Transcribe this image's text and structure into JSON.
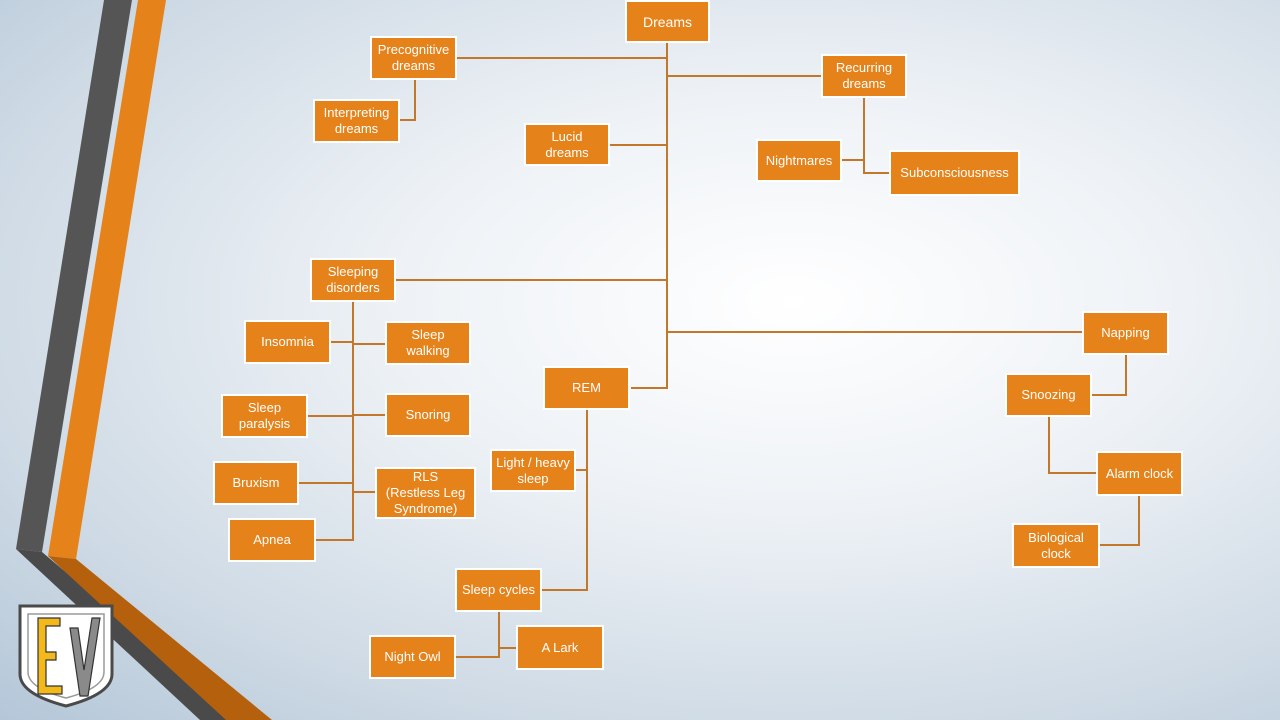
{
  "diagram": {
    "root": "Dreams",
    "nodes": {
      "dreams": "Dreams",
      "precognitive": "Precognitive\ndreams",
      "interpreting": "Interpreting\ndreams",
      "lucid": "Lucid dreams",
      "recurring": "Recurring\ndreams",
      "nightmares": "Nightmares",
      "subconsciousness": "Subconsciousness",
      "sleeping_disorders": "Sleeping\ndisorders",
      "insomnia": "Insomnia",
      "sleep_walking": "Sleep walking",
      "sleep_paralysis": "Sleep\nparalysis",
      "snoring": "Snoring",
      "bruxism": "Bruxism",
      "rls": "RLS\n(Restless Leg\nSyndrome)",
      "apnea": "Apnea",
      "rem": "REM",
      "light_heavy": "Light / heavy\nsleep",
      "sleep_cycles": "Sleep cycles",
      "night_owl": "Night Owl",
      "a_lark": "A Lark",
      "napping": "Napping",
      "snoozing": "Snoozing",
      "alarm_clock": "Alarm clock",
      "biological_clock": "Biological\nclock"
    }
  },
  "logo": {
    "letters": "EV"
  },
  "colors": {
    "node_fill": "#e5821a",
    "node_border": "#ffffff",
    "connector": "#c2772a",
    "stripe_dark": "#555555",
    "stripe_orange": "#e5821a"
  }
}
